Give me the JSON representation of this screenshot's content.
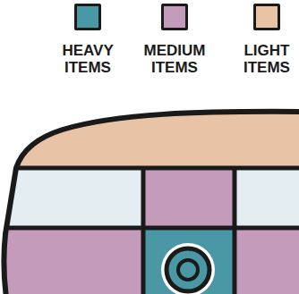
{
  "diagram": {
    "legend": [
      {
        "text": "HEAVY ITEMS",
        "color": "#4a97a5"
      },
      {
        "text": "MEDIUM ITEMS",
        "color": "#c49bbb"
      },
      {
        "text": "LIGHT ITEMS",
        "color": "#e8c3a6"
      }
    ]
  }
}
